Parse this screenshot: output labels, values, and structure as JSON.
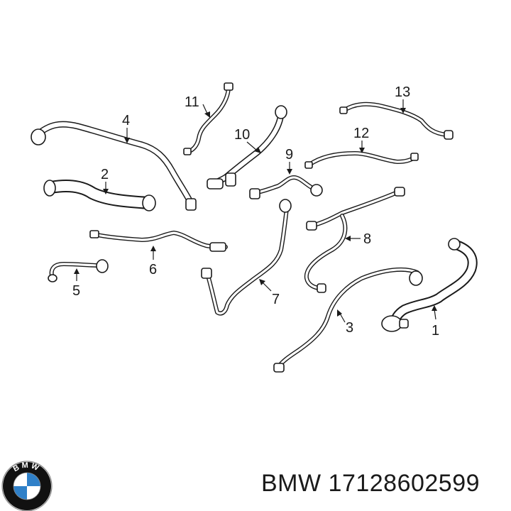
{
  "diagram": {
    "callouts": [
      {
        "id": "1",
        "label": "1"
      },
      {
        "id": "2",
        "label": "2"
      },
      {
        "id": "3",
        "label": "3"
      },
      {
        "id": "4",
        "label": "4"
      },
      {
        "id": "5",
        "label": "5"
      },
      {
        "id": "6",
        "label": "6"
      },
      {
        "id": "7",
        "label": "7"
      },
      {
        "id": "8",
        "label": "8"
      },
      {
        "id": "9",
        "label": "9"
      },
      {
        "id": "10",
        "label": "10"
      },
      {
        "id": "11",
        "label": "11"
      },
      {
        "id": "12",
        "label": "12"
      },
      {
        "id": "13",
        "label": "13"
      }
    ]
  },
  "footer": {
    "brand": "BMW",
    "part_number": "17128602599",
    "text": "BMW 17128602599"
  },
  "logo": {
    "icon": "bmw-roundel-logo",
    "letters": "BMW",
    "colors": {
      "blue": "#2f80c8",
      "black": "#111111",
      "white": "#ffffff"
    }
  }
}
